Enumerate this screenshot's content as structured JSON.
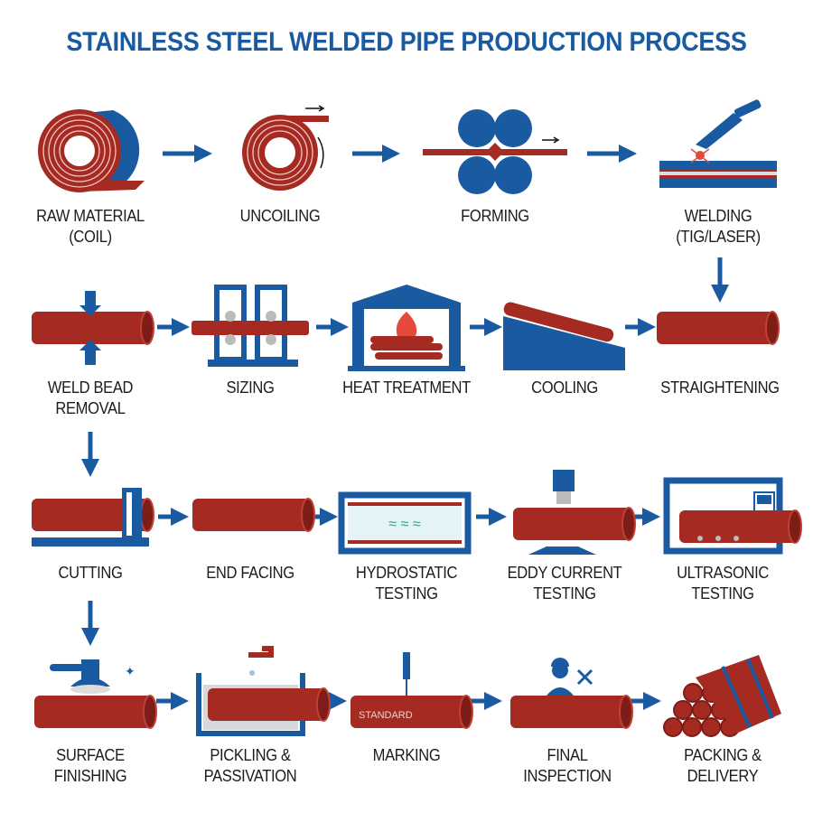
{
  "title": "STAINLESS STEEL WELDED PIPE PRODUCTION PROCESS",
  "colors": {
    "blue": "#1a5aa0",
    "red": "#a52a22",
    "dark_red": "#7e1d17"
  },
  "steps": [
    {
      "line1": "RAW MATERIAL",
      "line2": "(COIL)"
    },
    {
      "line1": "UNCOILING",
      "line2": ""
    },
    {
      "line1": "FORMING",
      "line2": ""
    },
    {
      "line1": "WELDING",
      "line2": "(TIG/LASER)"
    },
    {
      "line1": "WELD BEAD",
      "line2": "REMOVAL"
    },
    {
      "line1": "SIZING",
      "line2": ""
    },
    {
      "line1": "HEAT TREATMENT",
      "line2": ""
    },
    {
      "line1": "COOLING",
      "line2": ""
    },
    {
      "line1": "STRAIGHTENING",
      "line2": ""
    },
    {
      "line1": "CUTTING",
      "line2": ""
    },
    {
      "line1": "END FACING",
      "line2": ""
    },
    {
      "line1": "HYDROSTATIC",
      "line2": "TESTING"
    },
    {
      "line1": "EDDY CURRENT",
      "line2": "TESTING"
    },
    {
      "line1": "ULTRASONIC",
      "line2": "TESTING"
    },
    {
      "line1": "SURFACE",
      "line2": "FINISHING"
    },
    {
      "line1": "PICKLING &",
      "line2": "PASSIVATION"
    },
    {
      "line1": "MARKING",
      "line2": ""
    },
    {
      "line1": "FINAL",
      "line2": "INSPECTION"
    },
    {
      "line1": "PACKING &",
      "line2": "DELIVERY"
    }
  ],
  "marking_text": "STANDARD"
}
